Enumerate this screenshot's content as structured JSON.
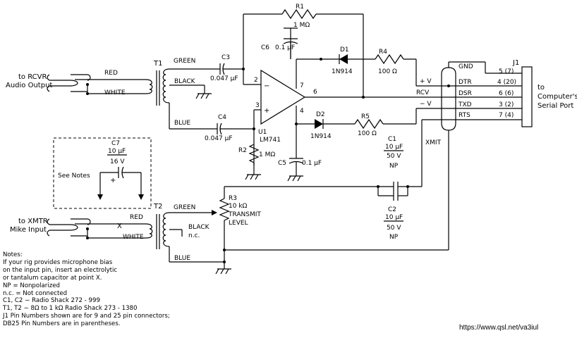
{
  "labels": {
    "rcvr_in_1": "to RCVR",
    "rcvr_in_2": "Audio Output",
    "xmtr_in_1": "to XMTR",
    "xmtr_in_2": "Mike Input",
    "red": "RED",
    "white": "WHITE",
    "t1": "T1",
    "t2": "T2",
    "green": "GREEN",
    "black": "BLACK",
    "blue": "BLUE",
    "nc": "n.c.",
    "x_mark": "X",
    "see_notes": "See Notes",
    "plus": "+",
    "r1_name": "R1",
    "r1_val": "1 MΩ",
    "c6_name": "C6",
    "c6_val": "0.1 μF",
    "c3_name": "C3",
    "c3_val": "0.047 μF",
    "c4_name": "C4",
    "c4_val": "0.047 μF",
    "d1_name": "D1",
    "d1_val": "1N914",
    "d2_name": "D2",
    "d2_val": "1N914",
    "r4_name": "R4",
    "r4_val": "100 Ω",
    "r5_name": "R5",
    "r5_val": "100 Ω",
    "pin2": "2",
    "pin3": "3",
    "pin4": "4",
    "pin6": "6",
    "pin7": "7",
    "u1_name": "U1",
    "u1_val": "LM741",
    "opamp_minus": "−",
    "opamp_plus": "+",
    "r2_name": "R2",
    "r2_val": "1 MΩ",
    "c5_name": "C5",
    "c5_val": "0.1 μF",
    "c1_name": "C1",
    "c1_val1": "10 μF",
    "c1_val2": "50 V",
    "c1_val3": "NP",
    "c2_name": "C2",
    "c2_val1": "10 μF",
    "c2_val2": "50 V",
    "c2_val3": "NP",
    "c7_name": "C7",
    "c7_val1": "10 μF",
    "c7_val2": "16 V",
    "r3_name": "R3",
    "r3_val": "10 kΩ",
    "r3_func1": "TRANSMIT",
    "r3_func2": "LEVEL",
    "xmit": "XMIT",
    "pos_v": "+ V",
    "neg_v": "− V",
    "rcv": "RCV",
    "j1": "J1",
    "to_computer_1": "to",
    "to_computer_2": "Computer's",
    "to_computer_3": "Serial Port"
  },
  "connector_pins": [
    {
      "signal": "GND",
      "pin": "5 (7)"
    },
    {
      "signal": "DTR",
      "pin": "4 (20)"
    },
    {
      "signal": "DSR",
      "pin": "6 (6)"
    },
    {
      "signal": "TXD",
      "pin": "3 (2)"
    },
    {
      "signal": "RTS",
      "pin": "7 (4)"
    }
  ],
  "notes": [
    "Notes:",
    "If your rig provides microphone bias",
    "on the input pin, insert an electrolytic",
    "or tantalum capacitor at point X.",
    "NP = Nonpolarized",
    "n.c. = Not connected",
    "C1, C2 − Radio Shack 272 - 999",
    "T1, T2 − 8Ω to 1 kΩ Radio Shack 273 - 1380",
    "J1 Pin Numbers shown are for 9 and 25 pin connectors;",
    "DB25 Pin Numbers are in parentheses."
  ],
  "credit": "https://www.qsl.net/va3iul"
}
